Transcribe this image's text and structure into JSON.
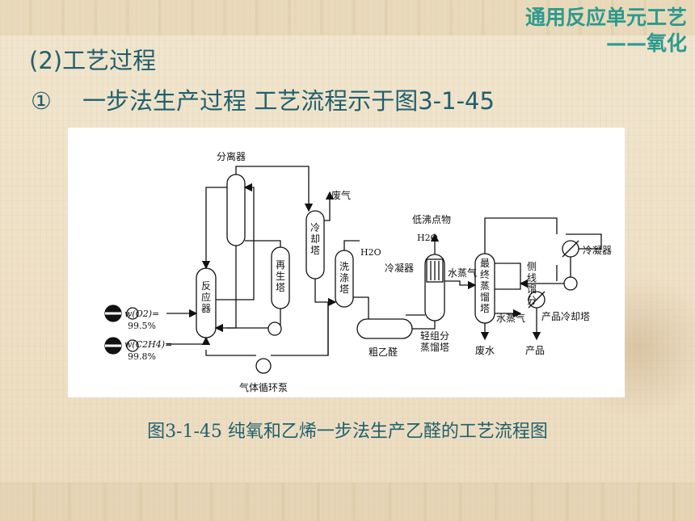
{
  "slide": {
    "corner_title_line1": "通用反应单元工艺",
    "corner_title_line2": "——氧化",
    "heading": "(2)工艺过程",
    "step_number": "①",
    "step_text": "一步法生产过程 工艺流程示于图3-1-45",
    "caption": "图3-1-45 纯氧和乙烯一步法生产乙醛的工艺流程图"
  },
  "diagram": {
    "labels": {
      "separator": "分离器",
      "waste_gas": "废气",
      "low_boilers": "低沸点物",
      "h2o_top": "H2O",
      "h2o_wash": "H2O",
      "cooling_tower": "冷却塔",
      "regen_tower": "再生塔",
      "reactor": "反应器",
      "wash_tower": "洗涤塔",
      "condenser_mid": "冷凝器",
      "steam_mid": "水蒸气",
      "final_tower": "最终蒸馏塔",
      "side_draw": "侧线馏分",
      "condenser_right": "冷凝器",
      "steam_right": "水蒸气",
      "product_cooler": "产品冷却塔",
      "crude_acetaldehyde": "粗乙醛",
      "light_tower": "轻组分蒸馏塔",
      "waste_water": "废水",
      "product": "产品",
      "gas_pump": "气体循环泵",
      "o2_label": "w(O2)=",
      "o2_value": "99.5%",
      "c2h4_label": "w(C2H4)=",
      "c2h4_value": "99.8%"
    }
  }
}
